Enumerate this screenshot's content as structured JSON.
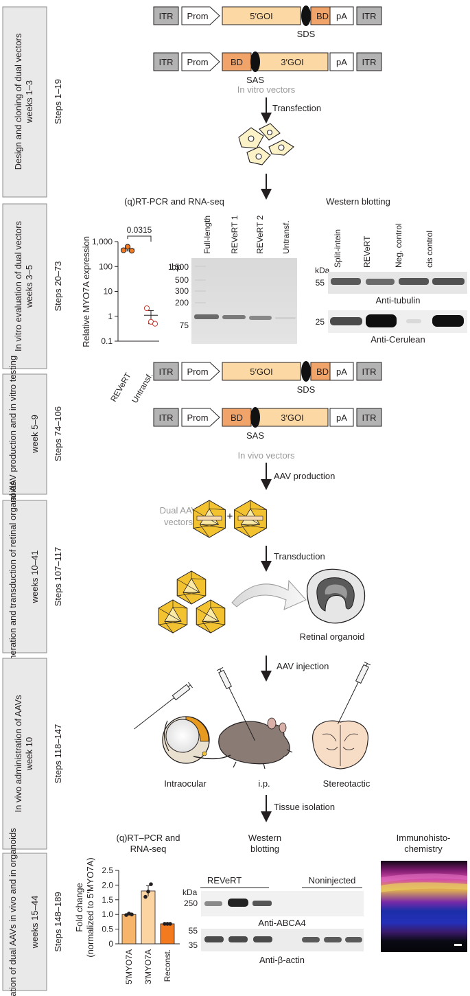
{
  "colors": {
    "itr": "#b3b3b3",
    "goi": "#fcd8a4",
    "bd": "#f0a469",
    "prom": "#ffffff",
    "bar_5": "#f7b56c",
    "bar_3": "#fcd4a2",
    "bar_r": "#f47a20",
    "dot_revert": "#f47a20",
    "aav_face": "#f2c230"
  },
  "stages": [
    {
      "title": "Design and cloning of dual vectors",
      "weeks": "weeks 1–3",
      "steps": "Steps 1–19"
    },
    {
      "title": "In vitro evaluation of dual vectors",
      "weeks": "weeks 3–5",
      "steps": "Steps 20–73"
    },
    {
      "title": "Dual AAV production and in vitro testing",
      "weeks": "week 5–9",
      "steps": "Steps 74–106"
    },
    {
      "title": "Generation and transduction of retinal organoids",
      "weeks": "weeks 10–41",
      "steps": "Steps 107–117"
    },
    {
      "title": "In vivo administration of AAVs",
      "weeks": "week 10",
      "steps": "Steps 118–147"
    },
    {
      "title": "Validation of dual AAVs in vivo and in organoids",
      "weeks": "weeks 15–44",
      "steps": "Steps 148–189"
    }
  ],
  "constructs": {
    "itr": "ITR",
    "prom": "Prom",
    "goi5": "5′GOI",
    "goi3": "3′GOI",
    "bd": "BD",
    "pa": "pA",
    "sds": "SDS",
    "sas": "SAS"
  },
  "labels": {
    "in_vitro_vectors": "In vitro vectors",
    "transfection": "Transfection",
    "qrt_pcr": "(q)RT-PCR and RNA-seq",
    "western": "Western blotting",
    "in_vivo_vectors": "In vivo vectors",
    "aav_production": "AAV production",
    "dual_aav_1": "Dual AAV",
    "dual_aav_2": "vectors",
    "plus": "+",
    "transduction": "Transduction",
    "retinal_organoid": "Retinal organoid",
    "aav_injection": "AAV injection",
    "intraocular": "Intraocular",
    "ip": "i.p.",
    "stereotactic": "Stereotactic",
    "tissue_isolation": "Tissue isolation",
    "qrt_pcr2_1": "(q)RT–PCR and",
    "qrt_pcr2_2": "RNA-seq",
    "western2_1": "Western",
    "western2_2": "blotting",
    "ihc_1": "Immunohisto-",
    "ihc_2": "chemistry"
  },
  "scatter_plot": {
    "ylabel": "Relative MYO7A expression",
    "yticks": [
      "1,000",
      "100",
      "10",
      "1",
      "0.1"
    ],
    "pvalue": "0.0315",
    "categories": [
      "REVeRT",
      "Untransf."
    ]
  },
  "gel": {
    "unit": "bp",
    "ladder": [
      "1,500",
      "500",
      "300",
      "200",
      "75"
    ],
    "lanes": [
      "Full-length",
      "REVeRT 1",
      "REVeRT 2",
      "Untransf."
    ]
  },
  "western1": {
    "unit": "kDa",
    "lanes": [
      "Split-intein",
      "REVeRT",
      "Neg. control",
      "cis control"
    ],
    "markers": [
      "55",
      "25"
    ],
    "blots": [
      "Anti-tubulin",
      "Anti-Cerulean"
    ]
  },
  "western2": {
    "unit": "kDa",
    "groups": [
      "REVeRT",
      "Noninjected"
    ],
    "markers_top": [
      "250"
    ],
    "markers_bottom": [
      "55",
      "35"
    ],
    "blots": [
      "Anti-ABCA4",
      "Anti-β-actin"
    ]
  },
  "chart_data": {
    "type": "bar",
    "ylabel": "Fold change",
    "ylabel2": "(normalized to 5′MYO7A)",
    "categories": [
      "5′MYO7A",
      "3′MYO7A",
      "Reconst."
    ],
    "values": [
      1.0,
      1.8,
      0.68
    ],
    "error": [
      0.03,
      0.18,
      0.01
    ],
    "points": [
      [
        0.98,
        1.03,
        1.0
      ],
      [
        1.6,
        1.78,
        2.03
      ],
      [
        0.68,
        0.68,
        0.68
      ]
    ],
    "ylim": [
      0,
      2.5
    ],
    "yticks": [
      "0",
      "0.5",
      "1.0",
      "1.5",
      "2.0",
      "2.5"
    ]
  },
  "scatter_data": {
    "type": "scatter",
    "log_y": true,
    "ylim": [
      0.1,
      1000
    ],
    "groups": [
      {
        "category": "REVeRT",
        "points": [
          450,
          620,
          430
        ],
        "mean": 500,
        "err": 80
      },
      {
        "category": "Untransf.",
        "points": [
          2.1,
          0.6,
          0.5
        ],
        "mean": 1.1,
        "err": 0.6
      }
    ]
  }
}
